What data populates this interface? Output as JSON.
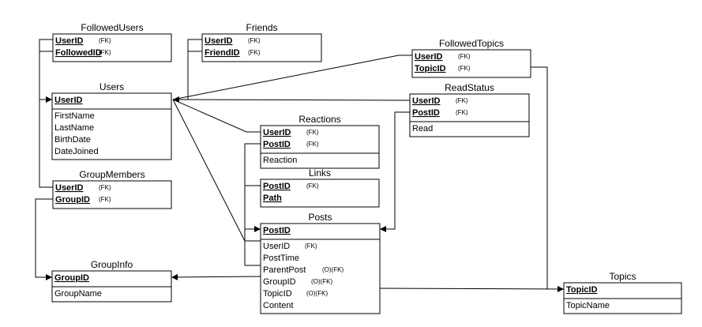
{
  "tables": {
    "followed_users": {
      "name": "FollowedUsers",
      "keys": [
        {
          "name": "UserID",
          "ann": "(FK)"
        },
        {
          "name": "FollowedID",
          "ann": "(FK)"
        }
      ],
      "fields": []
    },
    "friends": {
      "name": "Friends",
      "keys": [
        {
          "name": "UserID",
          "ann": "(FK)"
        },
        {
          "name": "FriendID",
          "ann": "(FK)"
        }
      ],
      "fields": []
    },
    "followed_topics": {
      "name": "FollowedTopics",
      "keys": [
        {
          "name": "UserID",
          "ann": "(FK)"
        },
        {
          "name": "TopicID",
          "ann": "(FK)"
        }
      ],
      "fields": []
    },
    "users": {
      "name": "Users",
      "keys": [
        {
          "name": "UserID",
          "ann": ""
        }
      ],
      "fields": [
        {
          "name": "FirstName",
          "ann": ""
        },
        {
          "name": "LastName",
          "ann": ""
        },
        {
          "name": "BirthDate",
          "ann": ""
        },
        {
          "name": "DateJoined",
          "ann": ""
        }
      ]
    },
    "read_status": {
      "name": "ReadStatus",
      "keys": [
        {
          "name": "UserID",
          "ann": "(FK)"
        },
        {
          "name": "PostID",
          "ann": "(FK)"
        }
      ],
      "fields": [
        {
          "name": "Read",
          "ann": ""
        }
      ]
    },
    "reactions": {
      "name": "Reactions",
      "keys": [
        {
          "name": "UserID",
          "ann": "(FK)"
        },
        {
          "name": "PostID",
          "ann": "(FK)"
        }
      ],
      "fields": [
        {
          "name": "Reaction",
          "ann": ""
        }
      ]
    },
    "links": {
      "name": "Links",
      "keys": [
        {
          "name": "PostID",
          "ann": "(FK)"
        },
        {
          "name": "Path",
          "ann": ""
        }
      ],
      "fields": []
    },
    "group_members": {
      "name": "GroupMembers",
      "keys": [
        {
          "name": "UserID",
          "ann": "(FK)"
        },
        {
          "name": "GroupID",
          "ann": "(FK)"
        }
      ],
      "fields": []
    },
    "posts": {
      "name": "Posts",
      "keys": [
        {
          "name": "PostID",
          "ann": ""
        }
      ],
      "fields": [
        {
          "name": "UserID",
          "ann": "(FK)"
        },
        {
          "name": "PostTime",
          "ann": ""
        },
        {
          "name": "ParentPost",
          "ann": "(O)(FK)"
        },
        {
          "name": "GroupID",
          "ann": "(O)(FK)"
        },
        {
          "name": "TopicID",
          "ann": "(O)(FK)"
        },
        {
          "name": "Content",
          "ann": ""
        }
      ]
    },
    "group_info": {
      "name": "GroupInfo",
      "keys": [
        {
          "name": "GroupID",
          "ann": ""
        }
      ],
      "fields": [
        {
          "name": "GroupName",
          "ann": ""
        }
      ]
    },
    "topics": {
      "name": "Topics",
      "keys": [
        {
          "name": "TopicID",
          "ann": ""
        }
      ],
      "fields": [
        {
          "name": "TopicName",
          "ann": ""
        }
      ]
    }
  }
}
